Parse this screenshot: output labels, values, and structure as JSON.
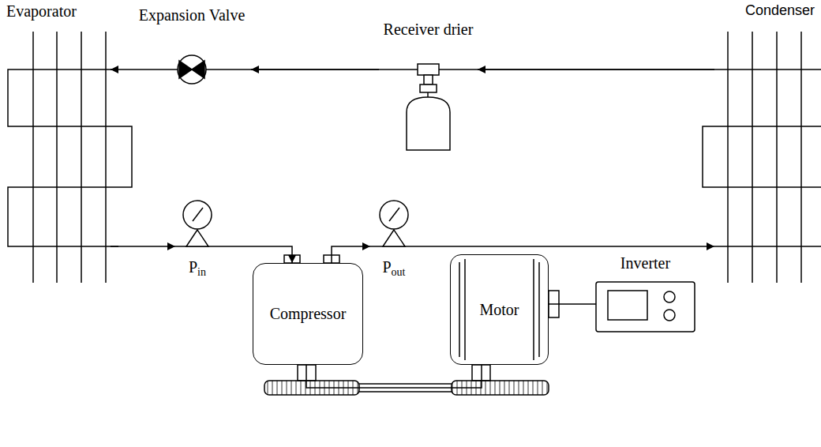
{
  "diagram": {
    "nodes": [
      {
        "text": [
          "Evaporator"
        ]
      },
      {
        "text": [
          "Expansion Valve"
        ]
      },
      {
        "text": [
          "Receiver drier"
        ]
      },
      {
        "text": [
          "Condenser"
        ]
      },
      {
        "text": [
          "Pin"
        ]
      },
      {
        "text": [
          "Pout"
        ]
      },
      {
        "text": [
          "Compressor"
        ]
      },
      {
        "text": [
          "Motor"
        ]
      },
      {
        "text": [
          "Inverter"
        ]
      }
    ],
    "edges": [
      {
        "from": 3,
        "to": 2,
        "arrow": "to"
      },
      {
        "from": 2,
        "to": 1,
        "arrow": "to"
      },
      {
        "from": 1,
        "to": 0,
        "arrow": "to"
      },
      {
        "from": 0,
        "to": 4,
        "arrow": "to"
      },
      {
        "from": 4,
        "to": 6,
        "arrow": "to"
      },
      {
        "from": 6,
        "to": 5,
        "arrow": "to"
      },
      {
        "from": 5,
        "to": 3,
        "arrow": "to"
      },
      {
        "from": 6,
        "to": 7,
        "arrow": "none"
      },
      {
        "from": 7,
        "to": 8,
        "arrow": "none"
      }
    ]
  }
}
